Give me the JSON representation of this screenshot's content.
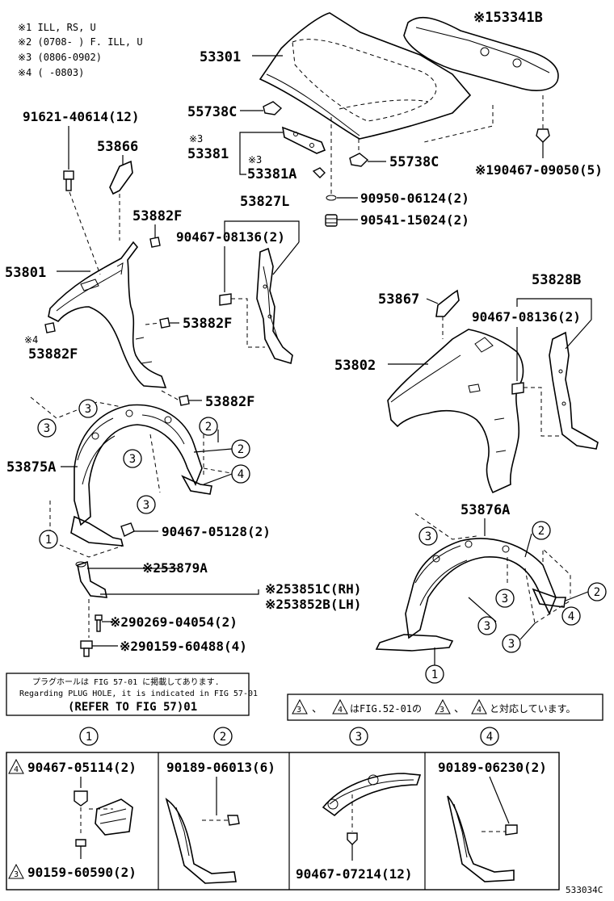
{
  "notes": {
    "n1": "※1  ILL, RS, U",
    "n2": "※2  (0708-      ) F. ILL, U",
    "n3": "※3  (0806-0902)",
    "n4": "※4  (      -0803)"
  },
  "labels": {
    "p53301": "53301",
    "p53341B": "※153341B",
    "p55738C_a": "55738C",
    "p55738C_b": "55738C",
    "p91621": "91621-40614(12)",
    "p53866": "53866",
    "p53381_mark": "※3",
    "p53381": "53381",
    "p53381A_mark": "※3",
    "p53381A": "53381A",
    "p190467": "※190467-09050(5)",
    "p90950": "90950-06124(2)",
    "p90541": "90541-15024(2)",
    "p53882F_a": "53882F",
    "p53827L": "53827L",
    "p90467_08136_a": "90467-08136(2)",
    "p53801": "53801",
    "p53867": "53867",
    "p53828B": "53828B",
    "p90467_08136_b": "90467-08136(2)",
    "p53882F_b": "53882F",
    "p53882F_c_mark": "※4",
    "p53882F_c": "53882F",
    "p53802": "53802",
    "p53882F_d": "53882F",
    "p53875A": "53875A",
    "p90467_05128": "90467-05128(2)",
    "p53876A": "53876A",
    "p53879A": "※253879A",
    "p53851C": "※253851C(RH)",
    "p53852B": "※253852B(LH)",
    "p90269": "※290269-04054(2)",
    "p90159_60488": "※290159-60488(4)"
  },
  "plug_note": {
    "jp": "プラグホールは FIG 57-01 に掲載してあります.",
    "en": "Regarding PLUG HOLE, it is indicated in FIG 57-01",
    "ref": "(REFER TO FIG 57)01"
  },
  "corr_note": {
    "t1": "3",
    "t2": "、",
    "t3": "4",
    "t4": "はFIG.52-01の",
    "t5": "3",
    "t6": "、",
    "t7": "4",
    "t8": "と対応しています。"
  },
  "callouts": {
    "c1": "1",
    "c2": "2",
    "c3": "3",
    "c4": "4"
  },
  "panels": {
    "h1": "1",
    "h2": "2",
    "h3": "3",
    "h4": "4",
    "p1_top_mark": "4",
    "p1_top": "90467-05114(2)",
    "p1_bot_mark": "3",
    "p1_bot": "90159-60590(2)",
    "p2_part": "90189-06013(6)",
    "p3_part": "90467-07214(12)",
    "p4_part": "90189-06230(2)"
  },
  "figure_code": "533034C"
}
